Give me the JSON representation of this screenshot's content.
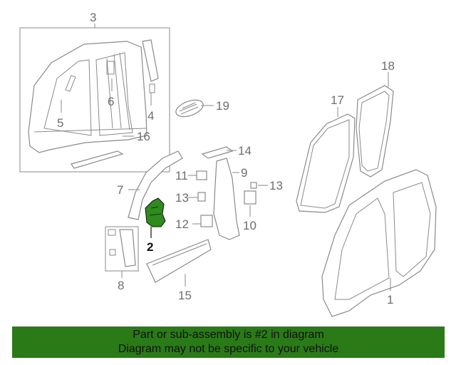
{
  "diagram": {
    "callouts": [
      {
        "id": "1",
        "label": "1"
      },
      {
        "id": "2",
        "label": "2",
        "highlighted": true
      },
      {
        "id": "3",
        "label": "3"
      },
      {
        "id": "4",
        "label": "4"
      },
      {
        "id": "5",
        "label": "5"
      },
      {
        "id": "6",
        "label": "6"
      },
      {
        "id": "7",
        "label": "7"
      },
      {
        "id": "8",
        "label": "8"
      },
      {
        "id": "9",
        "label": "9"
      },
      {
        "id": "10",
        "label": "10"
      },
      {
        "id": "11",
        "label": "11"
      },
      {
        "id": "12",
        "label": "12"
      },
      {
        "id": "13a",
        "label": "13"
      },
      {
        "id": "13b",
        "label": "13"
      },
      {
        "id": "14",
        "label": "14"
      },
      {
        "id": "15",
        "label": "15"
      },
      {
        "id": "16",
        "label": "16"
      },
      {
        "id": "17",
        "label": "17"
      },
      {
        "id": "18",
        "label": "18"
      },
      {
        "id": "19",
        "label": "19"
      }
    ],
    "colors": {
      "line": "#8a8a8a",
      "highlight_part": "#2e8b1e",
      "banner": "#2a7a18"
    }
  },
  "banner": {
    "line1": "Part or sub-assembly is #2 in diagram",
    "line2": "Diagram may not be specific to your vehicle"
  }
}
